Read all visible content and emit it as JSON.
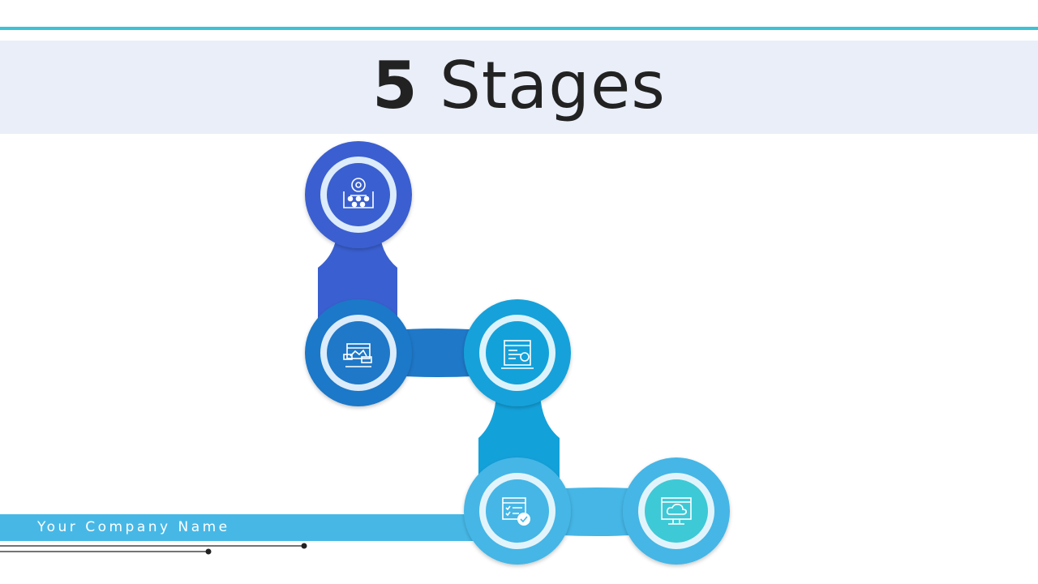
{
  "title": {
    "number": "5",
    "word": "Stages"
  },
  "footer": {
    "company_name": "Your Company Name"
  },
  "stages": [
    {
      "icon": "gear-network-icon",
      "color": "#3a5fd0"
    },
    {
      "icon": "web-design-icon",
      "color": "#1f78c8"
    },
    {
      "icon": "code-window-icon",
      "color": "#13a1da"
    },
    {
      "icon": "checklist-window-icon",
      "color": "#45b6e6"
    },
    {
      "icon": "cloud-monitor-icon",
      "color": "#45b6e6"
    }
  ],
  "colors": {
    "accent_rule": "#3cc2d4",
    "title_band": "#e9eef8",
    "footer_bar": "#47b8e6"
  }
}
